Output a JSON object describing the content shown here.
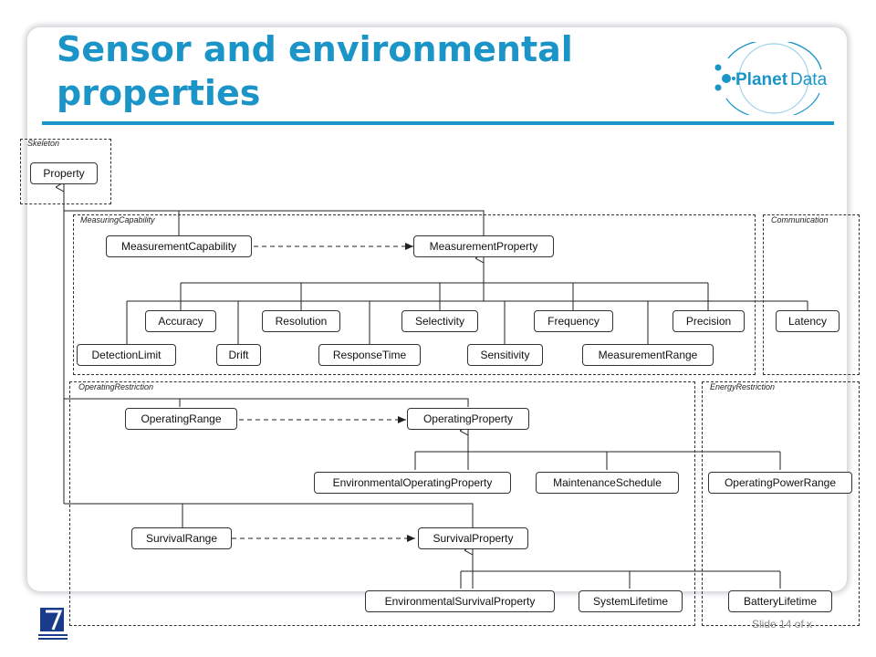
{
  "title": "Sensor and environmental properties",
  "logo": {
    "text_left": "Planet",
    "text_right": "Data"
  },
  "groups": {
    "skeleton": "Skeleton",
    "measuring_capability": "MeasuringCapability",
    "communication": "Communication",
    "operating_restriction": "OperatingRestriction",
    "energy_restriction": "EnergyRestriction"
  },
  "nodes": {
    "property": "Property",
    "measurement_capability": "MeasurementCapability",
    "measurement_property": "MeasurementProperty",
    "accuracy": "Accuracy",
    "resolution": "Resolution",
    "selectivity": "Selectivity",
    "frequency": "Frequency",
    "precision": "Precision",
    "latency": "Latency",
    "detection_limit": "DetectionLimit",
    "drift": "Drift",
    "response_time": "ResponseTime",
    "sensitivity": "Sensitivity",
    "measurement_range": "MeasurementRange",
    "operating_range": "OperatingRange",
    "operating_property": "OperatingProperty",
    "environmental_operating_property": "EnvironmentalOperatingProperty",
    "maintenance_schedule": "MaintenanceSchedule",
    "operating_power_range": "OperatingPowerRange",
    "survival_range": "SurvivalRange",
    "survival_property": "SurvivalProperty",
    "environmental_survival_property": "EnvironmentalSurvivalProperty",
    "system_lifetime": "SystemLifetime",
    "battery_lifetime": "BatteryLifetime"
  },
  "footer": "Slide 14 of x",
  "colors": {
    "accent": "#1b95c8",
    "line": "#222222"
  }
}
